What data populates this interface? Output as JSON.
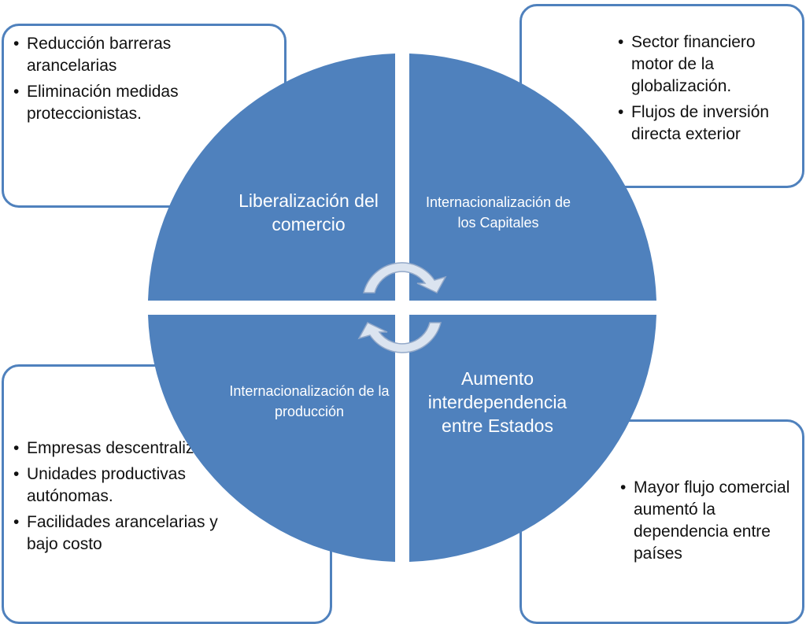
{
  "diagram": {
    "quadrants": {
      "top_left": "Liberalización del comercio",
      "top_right": "Internacionalización de los Capitales",
      "bottom_left": "Internacionalización de la producción",
      "bottom_right": "Aumento interdependencia entre Estados"
    },
    "boxes": {
      "top_left": [
        "Reducción barreras arancelarias",
        "Eliminación medidas proteccionistas."
      ],
      "top_right": [
        "Sector financiero motor de la globalización.",
        "Flujos de inversión directa exterior"
      ],
      "bottom_left": [
        "Empresas descentralizas",
        "Unidades productivas autónomas.",
        "Facilidades arancelarias y bajo costo"
      ],
      "bottom_right": [
        "Mayor flujo comercial aumentó la dependencia entre países"
      ]
    },
    "colors": {
      "quadrant_fill": "#4f81bd",
      "box_border": "#4f81bd",
      "arrow_fill": "#dbe4f0"
    }
  }
}
